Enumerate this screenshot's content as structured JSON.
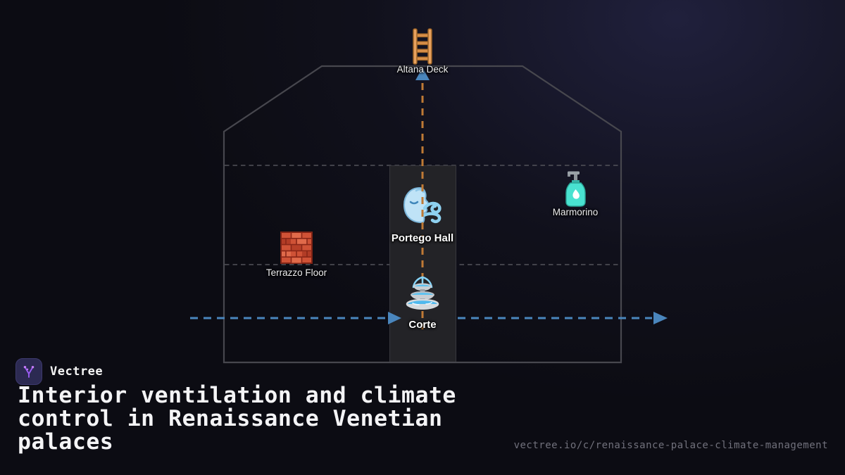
{
  "brand": {
    "name": "Vectree"
  },
  "title": "Interior ventilation and climate control in Renaissance Venetian palaces",
  "footer_url": "vectree.io/c/renaissance-palace-climate-management",
  "diagram": {
    "nodes": {
      "altana": {
        "label": "Altana Deck",
        "icon": "ladder-icon"
      },
      "portego": {
        "label": "Portego Hall",
        "icon": "wind-face-icon"
      },
      "marmorino": {
        "label": "Marmorino",
        "icon": "lotion-bottle-icon"
      },
      "terrazzo": {
        "label": "Terrazzo Floor",
        "icon": "brick-wall-icon"
      },
      "corte": {
        "label": "Corte",
        "icon": "fountain-icon"
      }
    },
    "colors": {
      "horizontal_airflow_blue": "#4a86bd",
      "vertical_airflow_orange": "#bf7a35",
      "structure_outline": "#47474e",
      "floor_divider": "#53535a",
      "portego_column_fill": "#232327",
      "logo_purple": "#9a5cf5",
      "logo_dot_purple": "#c77dfa"
    }
  }
}
